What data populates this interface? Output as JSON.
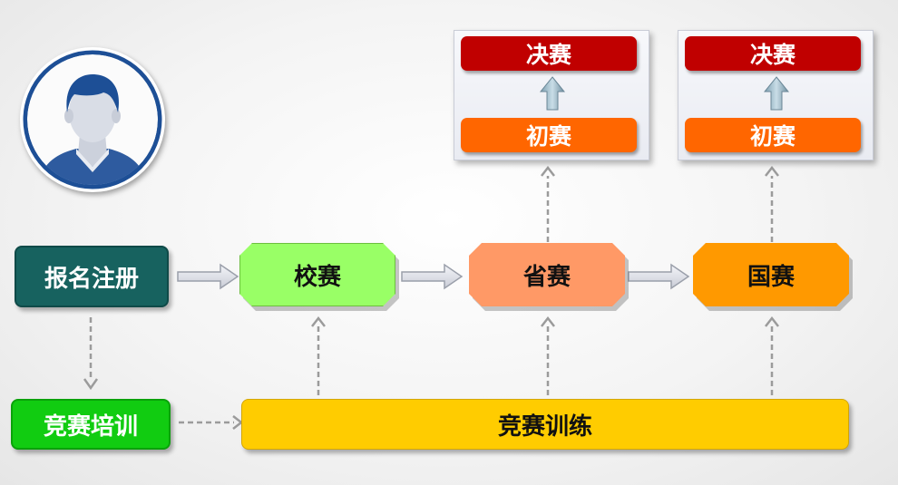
{
  "avatar": {
    "icon": "user-avatar-icon"
  },
  "steps": {
    "register": "报名注册",
    "training": "竞赛培训",
    "school": "校赛",
    "province": "省赛",
    "national": "国赛",
    "practice": "竞赛训练"
  },
  "province_stage": {
    "final": "决赛",
    "preliminary": "初赛"
  },
  "national_stage": {
    "final": "决赛",
    "preliminary": "初赛"
  },
  "colors": {
    "register": "#17625f",
    "training": "#11cc11",
    "school": "#99ff66",
    "province": "#ff9966",
    "national": "#ff9900",
    "practice": "#ffcc00",
    "final": "#c00000",
    "preliminary": "#ff6600"
  }
}
